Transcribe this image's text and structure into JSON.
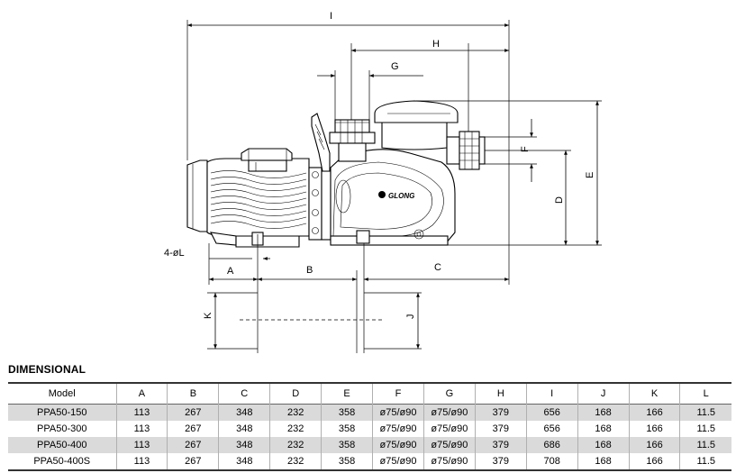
{
  "drawing": {
    "dim_labels": {
      "I": "I",
      "H": "H",
      "G": "G",
      "F": "F",
      "E": "E",
      "D": "D",
      "A": "A",
      "B": "B",
      "C": "C",
      "K": "K",
      "J": "J"
    },
    "mount_hole_label": "4-øL",
    "brand": "GLONG"
  },
  "section_title": "DIMENSIONAL",
  "table": {
    "columns": [
      "Model",
      "A",
      "B",
      "C",
      "D",
      "E",
      "F",
      "G",
      "H",
      "I",
      "J",
      "K",
      "L"
    ],
    "rows": [
      [
        "PPA50-150",
        "113",
        "267",
        "348",
        "232",
        "358",
        "ø75/ø90",
        "ø75/ø90",
        "379",
        "656",
        "168",
        "166",
        "11.5"
      ],
      [
        "PPA50-300",
        "113",
        "267",
        "348",
        "232",
        "358",
        "ø75/ø90",
        "ø75/ø90",
        "379",
        "656",
        "168",
        "166",
        "11.5"
      ],
      [
        "PPA50-400",
        "113",
        "267",
        "348",
        "232",
        "358",
        "ø75/ø90",
        "ø75/ø90",
        "379",
        "686",
        "168",
        "166",
        "11.5"
      ],
      [
        "PPA50-400S",
        "113",
        "267",
        "348",
        "232",
        "358",
        "ø75/ø90",
        "ø75/ø90",
        "379",
        "708",
        "168",
        "166",
        "11.5"
      ]
    ]
  }
}
